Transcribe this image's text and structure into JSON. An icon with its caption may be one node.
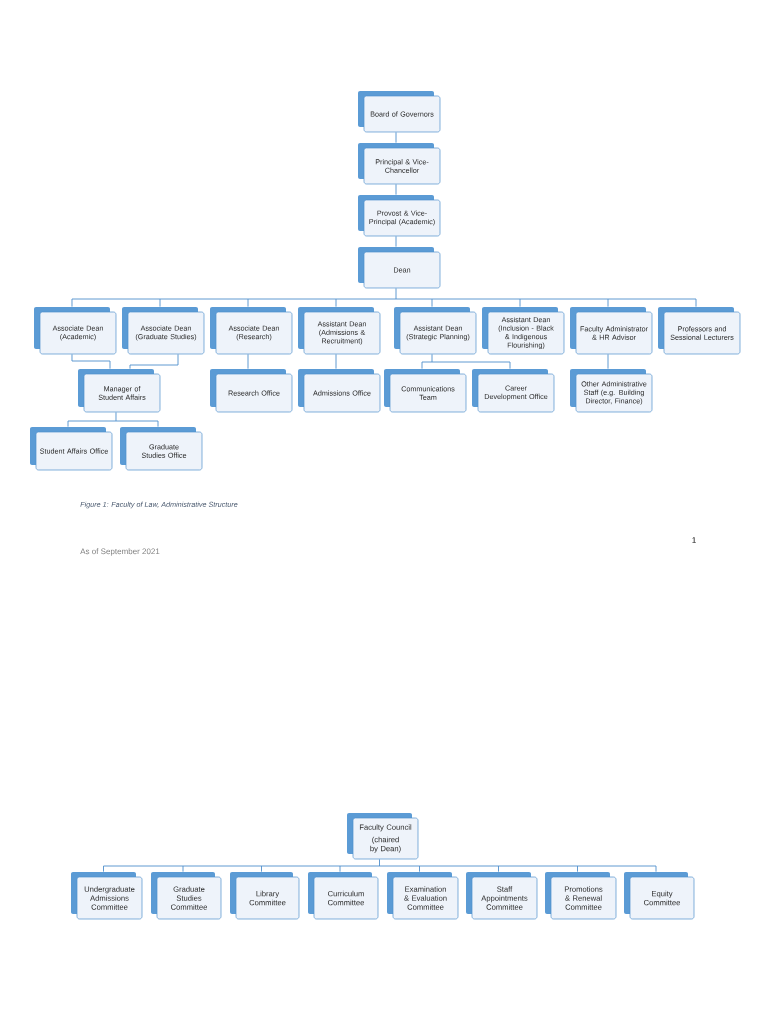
{
  "diagram": {
    "caption": "Figure 1: Faculty of Law, Administrative Structure",
    "nodes": [
      {
        "text": [
          "Board of Governors"
        ]
      },
      {
        "text": [
          "Principal & Vice-Chancellor"
        ]
      },
      {
        "text": [
          "Provost & Vice-Principal (Academic)"
        ]
      },
      {
        "text": [
          "Dean"
        ]
      },
      {
        "text": [
          "Associate Dean (Academic)"
        ]
      },
      {
        "text": [
          "Associate Dean (Graduate Studies)"
        ]
      },
      {
        "text": [
          "Associate Dean (Research)"
        ]
      },
      {
        "text": [
          "Assistant Dean (Admissions & Recruitment)"
        ]
      },
      {
        "text": [
          "Assistant Dean (Strategic Planning)"
        ]
      },
      {
        "text": [
          "Assistant Dean (Inclusion - Black & Indigenous Flourishing)"
        ]
      },
      {
        "text": [
          "Faculty Administrator & HR Advisor"
        ]
      },
      {
        "text": [
          "Professors and Sessional Lecturers"
        ]
      },
      {
        "text": [
          "Manager of Student Affairs"
        ]
      },
      {
        "text": [
          "Research Office"
        ]
      },
      {
        "text": [
          "Admissions Office"
        ]
      },
      {
        "text": [
          "Communications Team"
        ]
      },
      {
        "text": [
          "Career Development Office"
        ]
      },
      {
        "text": [
          "Other Administrative Staff (e.g. Building Director, Finance)"
        ]
      },
      {
        "text": [
          "Student Affairs Office"
        ]
      },
      {
        "text": [
          "Graduate Studies Office"
        ]
      },
      {
        "text": [
          "Faculty Council",
          "(chaired by Dean)"
        ]
      },
      {
        "text": [
          "Undergraduate Admissions Committee"
        ]
      },
      {
        "text": [
          "Graduate Studies Committee"
        ]
      },
      {
        "text": [
          "Library Committee"
        ]
      },
      {
        "text": [
          "Curriculum Committee"
        ]
      },
      {
        "text": [
          "Examination & Evaluation Committee"
        ]
      },
      {
        "text": [
          "Staff Appointments Committee"
        ]
      },
      {
        "text": [
          "Promotions & Renewal Committee"
        ]
      },
      {
        "text": [
          "Equity Committee"
        ]
      }
    ],
    "edges": [
      {
        "from": 0,
        "to": 1,
        "arrow": "none"
      },
      {
        "from": 1,
        "to": 2,
        "arrow": "none"
      },
      {
        "from": 2,
        "to": 3,
        "arrow": "none"
      },
      {
        "from": 3,
        "to": 4,
        "arrow": "none"
      },
      {
        "from": 3,
        "to": 5,
        "arrow": "none"
      },
      {
        "from": 3,
        "to": 6,
        "arrow": "none"
      },
      {
        "from": 3,
        "to": 7,
        "arrow": "none"
      },
      {
        "from": 3,
        "to": 8,
        "arrow": "none"
      },
      {
        "from": 3,
        "to": 9,
        "arrow": "none"
      },
      {
        "from": 3,
        "to": 10,
        "arrow": "none"
      },
      {
        "from": 3,
        "to": 11,
        "arrow": "none"
      },
      {
        "from": 4,
        "to": 12,
        "arrow": "none"
      },
      {
        "from": 5,
        "to": 12,
        "arrow": "none"
      },
      {
        "from": 6,
        "to": 13,
        "arrow": "none"
      },
      {
        "from": 7,
        "to": 14,
        "arrow": "none"
      },
      {
        "from": 8,
        "to": 15,
        "arrow": "none"
      },
      {
        "from": 8,
        "to": 16,
        "arrow": "none"
      },
      {
        "from": 10,
        "to": 17,
        "arrow": "none"
      },
      {
        "from": 12,
        "to": 18,
        "arrow": "none"
      },
      {
        "from": 12,
        "to": 19,
        "arrow": "none"
      },
      {
        "from": 20,
        "to": 21,
        "arrow": "none"
      },
      {
        "from": 20,
        "to": 22,
        "arrow": "none"
      },
      {
        "from": 20,
        "to": 23,
        "arrow": "none"
      },
      {
        "from": 20,
        "to": 24,
        "arrow": "none"
      },
      {
        "from": 20,
        "to": 25,
        "arrow": "none"
      },
      {
        "from": 20,
        "to": 26,
        "arrow": "none"
      },
      {
        "from": 20,
        "to": 27,
        "arrow": "none"
      },
      {
        "from": 20,
        "to": 28,
        "arrow": "none"
      }
    ],
    "labels": [
      "1",
      "As of September 2021"
    ]
  }
}
